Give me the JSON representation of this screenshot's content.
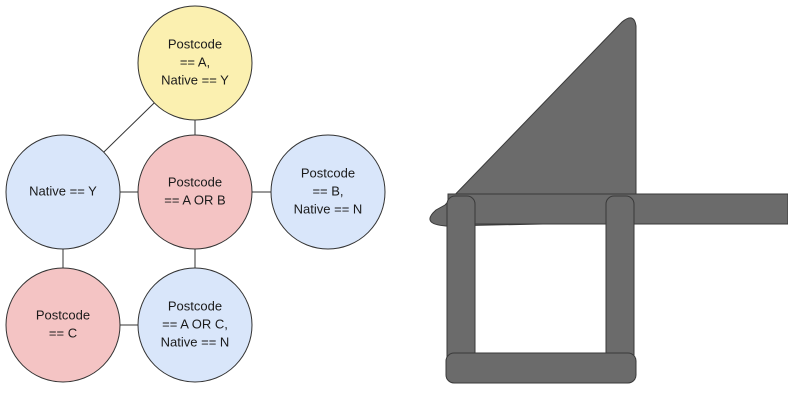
{
  "graph": {
    "nodes": [
      {
        "id": "n-a-y",
        "lines": [
          "Postcode",
          "== A,",
          "Native == Y"
        ],
        "fill": "#fbf0b0",
        "stroke": "#333333"
      },
      {
        "id": "n-native-y",
        "lines": [
          "Native == Y"
        ],
        "fill": "#d9e6fa",
        "stroke": "#333333"
      },
      {
        "id": "n-a-or-b",
        "lines": [
          "Postcode",
          "== A OR B"
        ],
        "fill": "#f4c4c4",
        "stroke": "#333333"
      },
      {
        "id": "n-b-n",
        "lines": [
          "Postcode",
          "== B,",
          "Native == N"
        ],
        "fill": "#d9e6fa",
        "stroke": "#333333"
      },
      {
        "id": "n-c",
        "lines": [
          "Postcode",
          "== C"
        ],
        "fill": "#f4c4c4",
        "stroke": "#333333"
      },
      {
        "id": "n-a-or-c-n",
        "lines": [
          "Postcode",
          "== A OR C,",
          "Native == N"
        ],
        "fill": "#d9e6fa",
        "stroke": "#333333"
      }
    ],
    "edges": [
      [
        "n-a-y",
        "n-native-y"
      ],
      [
        "n-a-y",
        "n-a-or-b"
      ],
      [
        "n-native-y",
        "n-a-or-b"
      ],
      [
        "n-a-or-b",
        "n-b-n"
      ],
      [
        "n-native-y",
        "n-c"
      ],
      [
        "n-a-or-b",
        "n-a-or-c-n"
      ],
      [
        "n-c",
        "n-a-or-c-n"
      ]
    ]
  },
  "shape": {
    "fill": "#6b6b6b",
    "stroke": "#3a3a3a"
  }
}
